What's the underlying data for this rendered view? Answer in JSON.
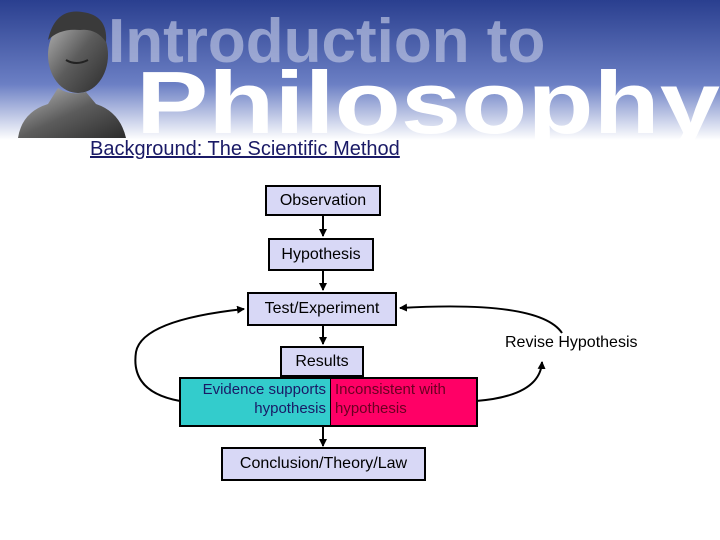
{
  "banner": {
    "line1": "Introduction to",
    "line2": "Philosophy"
  },
  "slide_title": "Background: The Scientific Method",
  "flowchart": {
    "nodes": {
      "observation": "Observation",
      "hypothesis": "Hypothesis",
      "test": "Test/Experiment",
      "results": "Results",
      "supports_line1": "Evidence supports",
      "supports_line2": "hypothesis",
      "inconsistent_line1": "Inconsistent with",
      "inconsistent_line2": "hypothesis",
      "conclusion": "Conclusion/Theory/Law"
    },
    "loop_label": "Revise Hypothesis"
  },
  "colors": {
    "node_fill": "#d8d8f6",
    "supports_fill": "#33cccc",
    "inconsistent_fill": "#ff0066",
    "title_color": "#1a1a66"
  }
}
